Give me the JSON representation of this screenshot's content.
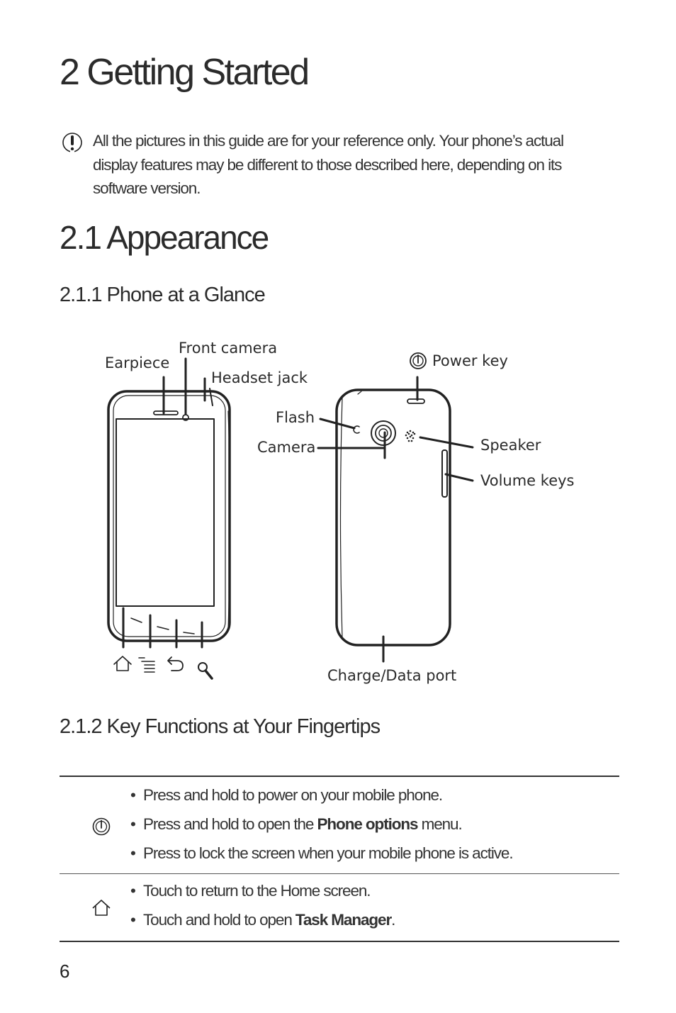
{
  "chapter": {
    "title": "2  Getting Started"
  },
  "note": {
    "icon": "info-exclamation-icon",
    "text": "All the pictures in this guide are for your reference only. Your phone’s actual display features may be different to those described here, depending on its software version."
  },
  "section": {
    "title": "2.1  Appearance"
  },
  "subsections": [
    {
      "title": "2.1.1  Phone at a Glance"
    },
    {
      "title": "2.1.2  Key Functions at Your Fingertips"
    }
  ],
  "diagram": {
    "front_labels": {
      "earpiece": "Earpiece",
      "front_camera": "Front camera",
      "headset_jack": "Headset jack"
    },
    "front_keys": [
      "home-icon",
      "menu-icon",
      "back-icon",
      "search-icon"
    ],
    "back_labels": {
      "power_key": "Power key",
      "flash": "Flash",
      "camera": "Camera",
      "speaker": "Speaker",
      "volume_keys": "Volume keys",
      "charge_port": "Charge/Data port"
    }
  },
  "key_functions": [
    {
      "icon": "power-icon",
      "items": [
        {
          "text": "Press and hold to power on your mobile phone."
        },
        {
          "pre": "Press and hold to open the ",
          "bold": "Phone options",
          "post": " menu."
        },
        {
          "text": "Press to lock the screen when your mobile phone is active."
        }
      ]
    },
    {
      "icon": "home-icon",
      "items": [
        {
          "text": "Touch to return to the Home screen."
        },
        {
          "pre": "Touch and hold to open ",
          "bold": "Task Manager",
          "post": "."
        }
      ]
    }
  ],
  "page_number": "6"
}
